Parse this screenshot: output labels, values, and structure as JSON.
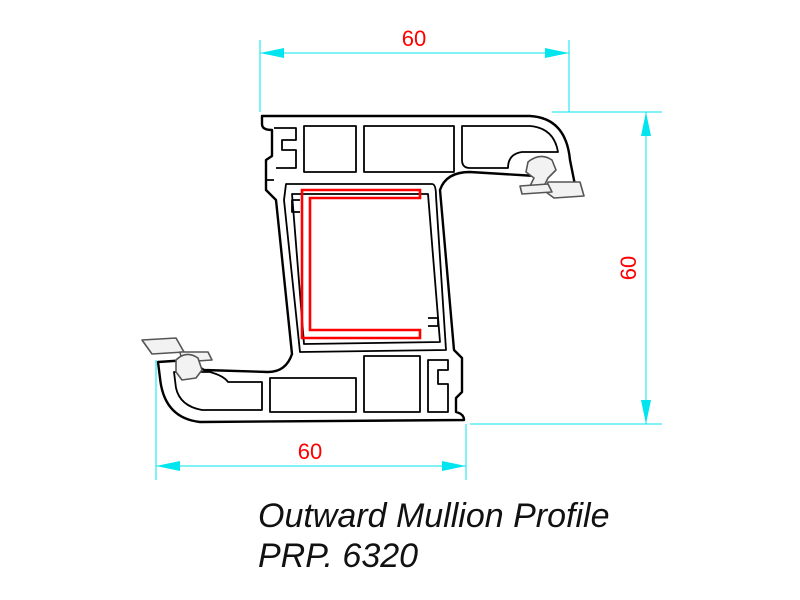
{
  "dimensions": {
    "top_width": "60",
    "right_height": "60",
    "bottom_width": "60"
  },
  "caption": {
    "title": "Outward Mullion Profile",
    "code": "PRP. 6320"
  },
  "colors": {
    "dimension_lines": "#00e5ee",
    "dimension_text": "#ff0000",
    "profile_outline": "#000000",
    "steel_reinforcement": "#ff0000",
    "gasket": "#555555"
  }
}
